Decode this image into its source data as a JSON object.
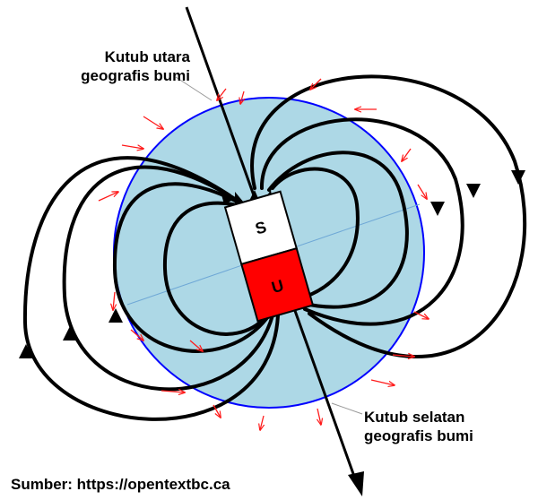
{
  "labels": {
    "north_line1": "Kutub utara",
    "north_line2": "geografis bumi",
    "south_line1": "Kutub selatan",
    "south_line2": "geografis bumi",
    "source": "Sumber: https://opentextbc.ca"
  },
  "magnet": {
    "top_letter": "S",
    "bottom_letter": "U",
    "top_color": "#ffffff",
    "bottom_color": "#ff0000"
  },
  "colors": {
    "earth_fill": "#add8e6",
    "earth_outline": "#0000ff",
    "equator": "#6fa8d6",
    "field_line": "#000000",
    "small_arrows": "#ff1a1a",
    "pointer": "#999999"
  },
  "icons": {
    "arrowhead": "black-triangle-arrowhead",
    "field_direction": "red-small-arrow"
  }
}
